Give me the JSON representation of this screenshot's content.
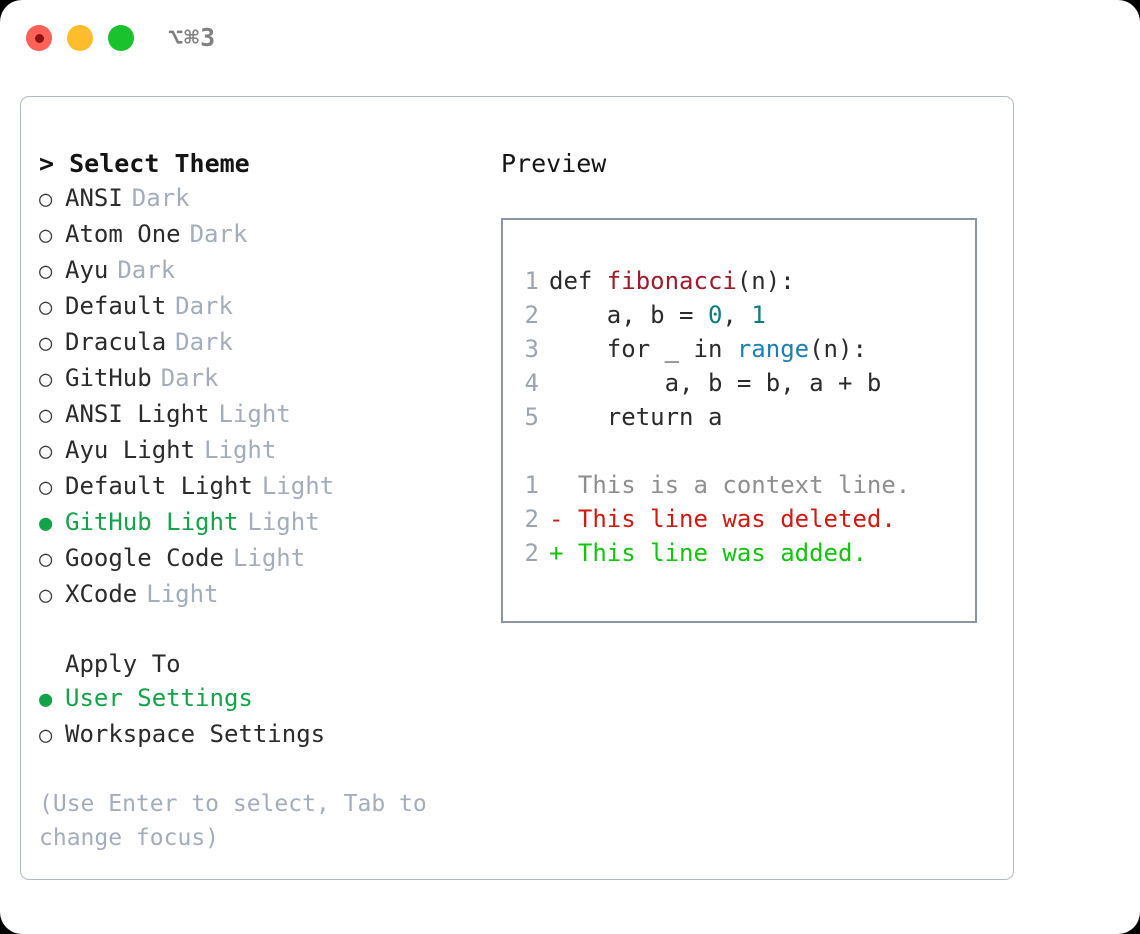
{
  "titlebar": {
    "shortcut": "⌥⌘3",
    "lights": [
      {
        "name": "close",
        "color": "#ff6058"
      },
      {
        "name": "minimize",
        "color": "#ffbd2e"
      },
      {
        "name": "maximize",
        "color": "#1ac22e"
      }
    ]
  },
  "theme_picker": {
    "header": "> Select Theme",
    "items": [
      {
        "label": "ANSI",
        "variant": "Dark",
        "selected": false
      },
      {
        "label": "Atom One",
        "variant": "Dark",
        "selected": false
      },
      {
        "label": "Ayu",
        "variant": "Dark",
        "selected": false
      },
      {
        "label": "Default",
        "variant": "Dark",
        "selected": false
      },
      {
        "label": "Dracula",
        "variant": "Dark",
        "selected": false
      },
      {
        "label": "GitHub",
        "variant": "Dark",
        "selected": false
      },
      {
        "label": "ANSI Light",
        "variant": "Light",
        "selected": false
      },
      {
        "label": "Ayu Light",
        "variant": "Light",
        "selected": false
      },
      {
        "label": "Default Light",
        "variant": "Light",
        "selected": false
      },
      {
        "label": "GitHub Light",
        "variant": "Light",
        "selected": true
      },
      {
        "label": "Google Code",
        "variant": "Light",
        "selected": false
      },
      {
        "label": "XCode",
        "variant": "Light",
        "selected": false
      }
    ]
  },
  "apply_to": {
    "header": "Apply To",
    "options": [
      {
        "label": "User Settings",
        "selected": true
      },
      {
        "label": "Workspace Settings",
        "selected": false
      }
    ]
  },
  "hint": "(Use Enter to select, Tab to change focus)",
  "preview": {
    "title": "Preview",
    "code_lines": [
      {
        "number": "1",
        "tokens": [
          {
            "text": "def ",
            "type": "plain"
          },
          {
            "text": "fibonacci",
            "type": "fn"
          },
          {
            "text": "(n):",
            "type": "plain"
          }
        ]
      },
      {
        "number": "2",
        "tokens": [
          {
            "text": "    a, b = ",
            "type": "plain"
          },
          {
            "text": "0",
            "type": "num"
          },
          {
            "text": ", ",
            "type": "plain"
          },
          {
            "text": "1",
            "type": "num"
          }
        ]
      },
      {
        "number": "3",
        "tokens": [
          {
            "text": "    for _ in ",
            "type": "plain"
          },
          {
            "text": "range",
            "type": "call"
          },
          {
            "text": "(n):",
            "type": "plain"
          }
        ]
      },
      {
        "number": "4",
        "tokens": [
          {
            "text": "        a, b = b, a + b",
            "type": "plain"
          }
        ]
      },
      {
        "number": "5",
        "tokens": [
          {
            "text": "    return a",
            "type": "plain"
          }
        ]
      }
    ],
    "diff_lines": [
      {
        "number": "1",
        "marker": "  ",
        "text": "This is a context line.",
        "type": "context"
      },
      {
        "number": "2",
        "marker": "- ",
        "text": "This line was deleted.",
        "type": "deleted"
      },
      {
        "number": "2",
        "marker": "+ ",
        "text": "This line was added.",
        "type": "added"
      }
    ]
  },
  "colors": {
    "accent_green": "#14a34a",
    "muted": "#a3adbb",
    "line_number": "#9aa5b1",
    "syntax_function": "#a01b2a",
    "syntax_number": "#0d7d7d",
    "syntax_call": "#1a7fb5",
    "diff_deleted": "#d11a11",
    "diff_added": "#12c40e",
    "panel_border": "#b3bbc7",
    "preview_border": "#8b95a5"
  }
}
